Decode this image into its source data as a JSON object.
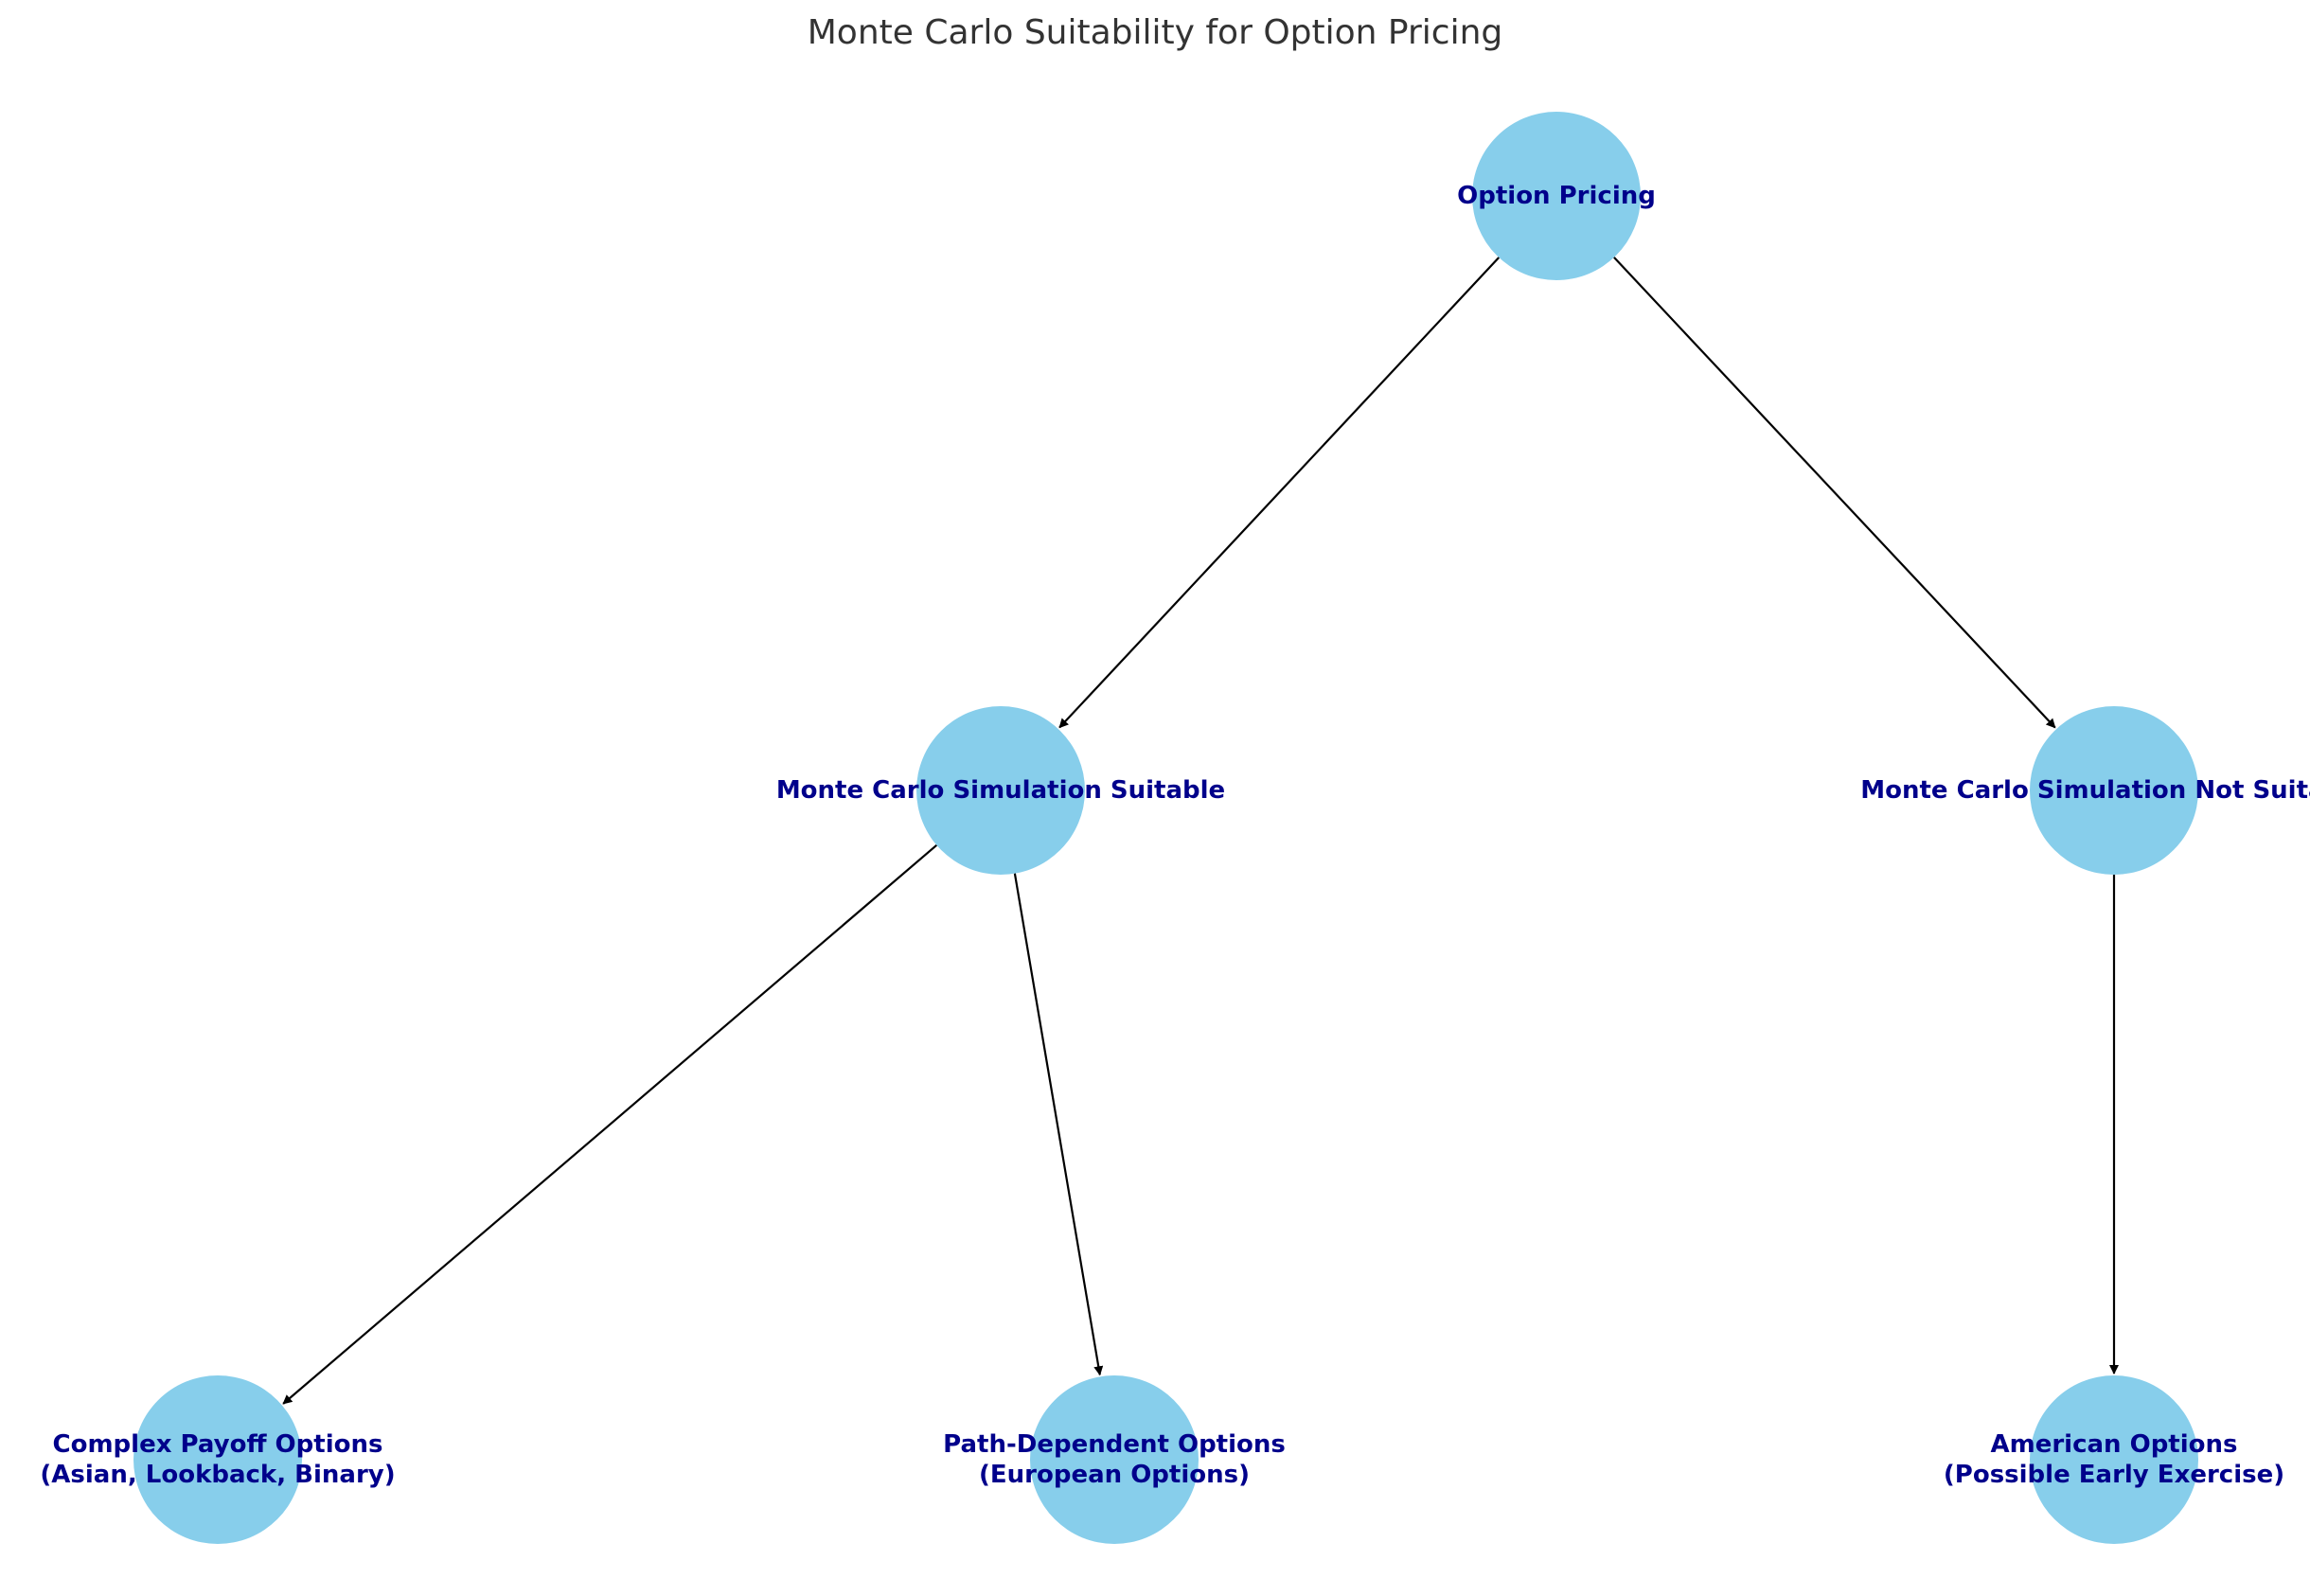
{
  "title": "Monte Carlo Suitability for Option Pricing",
  "colors": {
    "node_fill": "#87CEEB",
    "label_text": "#00008B",
    "edge": "#000000",
    "title_text": "#333333"
  },
  "nodes": [
    {
      "id": "option-pricing",
      "lines": [
        "Option Pricing"
      ]
    },
    {
      "id": "mc-suitable",
      "lines": [
        "Monte Carlo Simulation Suitable"
      ]
    },
    {
      "id": "mc-not-suitable",
      "lines": [
        "Monte Carlo Simulation Not Suitable"
      ]
    },
    {
      "id": "complex-payoff",
      "lines": [
        "Complex Payoff Options",
        "(Asian, Lookback, Binary)"
      ]
    },
    {
      "id": "path-dependent",
      "lines": [
        "Path-Dependent Options",
        "(European Options)"
      ]
    },
    {
      "id": "american",
      "lines": [
        "American Options",
        "(Possible Early Exercise)"
      ]
    }
  ],
  "edges": [
    {
      "from": "option-pricing",
      "to": "mc-suitable"
    },
    {
      "from": "option-pricing",
      "to": "mc-not-suitable"
    },
    {
      "from": "mc-suitable",
      "to": "complex-payoff"
    },
    {
      "from": "mc-suitable",
      "to": "path-dependent"
    },
    {
      "from": "mc-not-suitable",
      "to": "american"
    }
  ]
}
